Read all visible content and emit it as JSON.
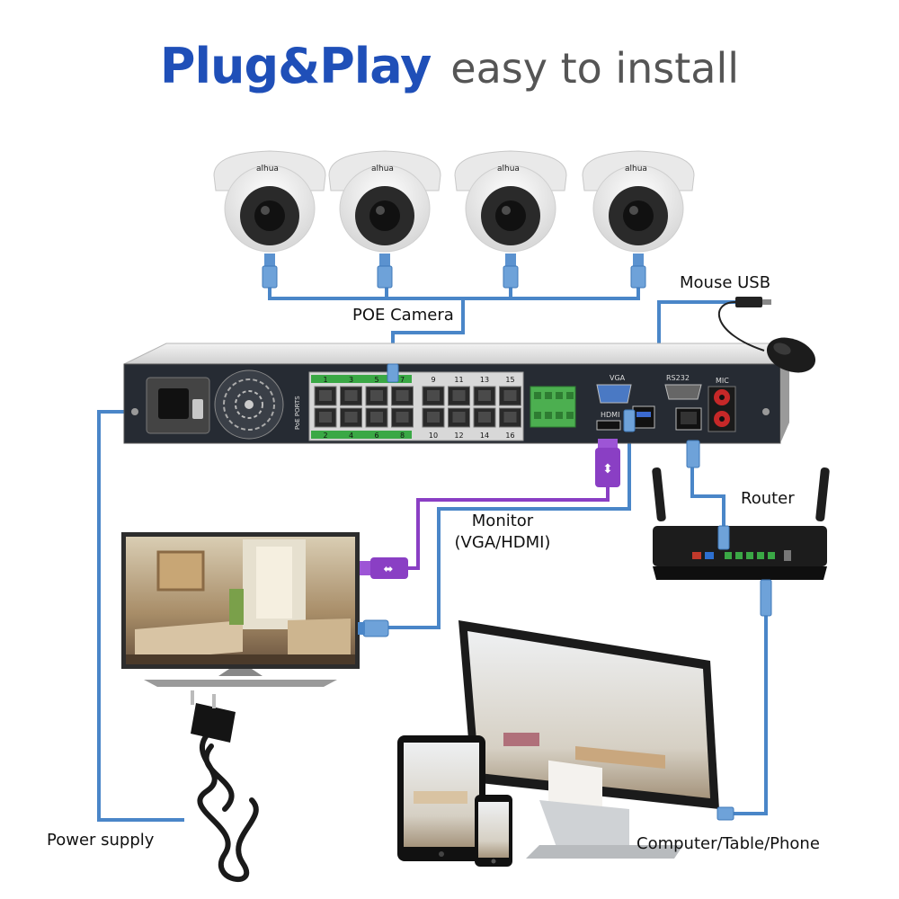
{
  "title": {
    "bold": "Plug&Play",
    "light": "easy to install"
  },
  "labels": {
    "poe_camera": "POE Camera",
    "mouse_usb": "Mouse USB",
    "router": "Router",
    "monitor_line1": "Monitor",
    "monitor_line2": "(VGA/HDMI)",
    "power_supply": "Power supply",
    "devices": "Computer/Table/Phone"
  },
  "nvr": {
    "poe_ports_label": "PoE PORTS",
    "port_numbers_top": [
      "1",
      "3",
      "5",
      "7",
      "9",
      "11",
      "13",
      "15"
    ],
    "port_numbers_bottom": [
      "2",
      "4",
      "6",
      "8",
      "10",
      "12",
      "14",
      "16"
    ],
    "vga_label": "VGA",
    "hdmi_label": "HDMI",
    "rs232_label": "RS232",
    "mic_label": "MIC",
    "camera_brand": "alhua"
  },
  "colors": {
    "title_blue": "#1f4fb8",
    "cable_blue": "#4a86c8",
    "hdmi_purple": "#8a3fc4",
    "port_green": "#3aa845"
  }
}
